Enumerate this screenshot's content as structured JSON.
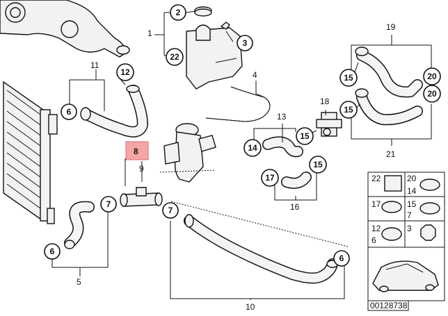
{
  "callouts": {
    "n1": "1",
    "n2": "2",
    "n3": "3",
    "n4": "4",
    "n5": "5",
    "n6a": "6",
    "n6b": "6",
    "n6c": "6",
    "n7a": "7",
    "n7b": "7",
    "n8": "8",
    "n9": "9",
    "n10": "10",
    "n11": "11",
    "n12": "12",
    "n13": "13",
    "n14": "14",
    "n15a": "15",
    "n15b": "15",
    "n15c": "15",
    "n15d": "15",
    "n16": "16",
    "n17": "17",
    "n18": "18",
    "n19": "19",
    "n20a": "20",
    "n20b": "20",
    "n21": "21",
    "n22": "22"
  },
  "legend": {
    "r1a": "22",
    "r1b": "20",
    "r1c": "14",
    "r2a": "17",
    "r2b": "15",
    "r2c": "7",
    "r3a": "12",
    "r3b": "6",
    "r3c": "3"
  },
  "footer": {
    "code": "00128738"
  },
  "colors": {
    "highlight": "#f4a6a6",
    "line": "#111111"
  }
}
